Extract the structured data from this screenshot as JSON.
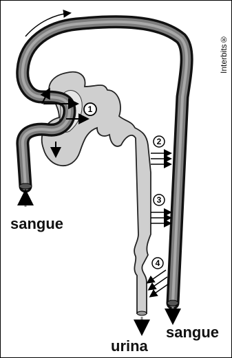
{
  "labels": {
    "blood_in": "sangue",
    "blood_out": "sangue",
    "urine": "urina",
    "credit": "Interbits®"
  },
  "markers": [
    "1",
    "2",
    "3",
    "4"
  ]
}
